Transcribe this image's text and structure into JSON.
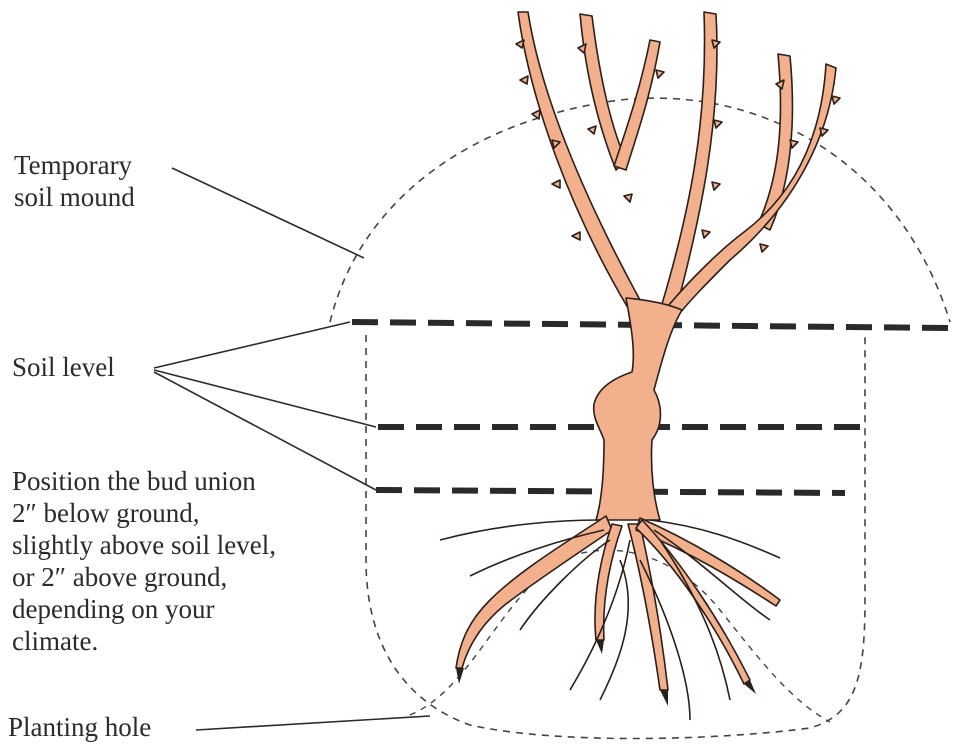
{
  "labels": {
    "temporary_mound": [
      "Temporary",
      "soil mound"
    ],
    "soil_level": "Soil level",
    "bud_union_note": [
      "Position the bud union",
      "2″ below ground,",
      "slightly above soil level,",
      "or 2″ above ground,",
      "depending on your",
      "climate."
    ],
    "planting_hole": "Planting hole"
  },
  "colors": {
    "trunk": "#f3b08c",
    "outline": "#2a1f1a",
    "dashed": "#333333",
    "text": "#2b2b2b"
  }
}
